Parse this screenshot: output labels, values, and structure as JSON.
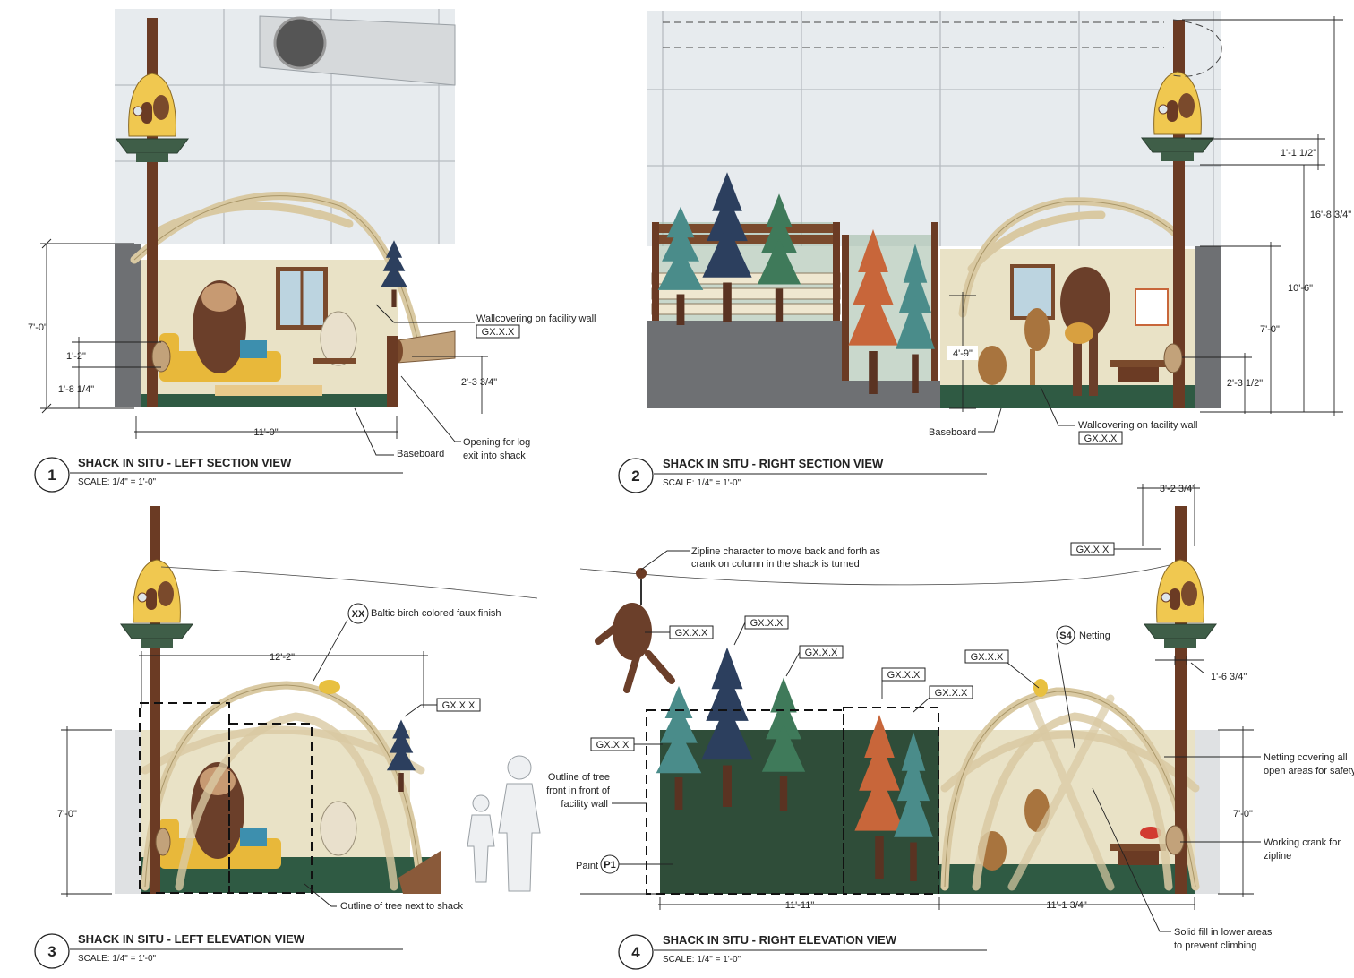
{
  "views": [
    {
      "num": "1",
      "title": "SHACK IN SITU - LEFT SECTION VIEW",
      "scale": "SCALE: 1/4\" = 1'-0\""
    },
    {
      "num": "2",
      "title": "SHACK IN SITU - RIGHT SECTION VIEW",
      "scale": "SCALE: 1/4\" = 1'-0\""
    },
    {
      "num": "3",
      "title": "SHACK IN SITU - LEFT ELEVATION VIEW",
      "scale": "SCALE: 1/4\" = 1'-0\""
    },
    {
      "num": "4",
      "title": "SHACK IN SITU - RIGHT ELEVATION VIEW",
      "scale": "SCALE: 1/4\" = 1'-0\""
    }
  ],
  "tag": "GX.X.X",
  "callouts": {
    "wallcovering": "Wallcovering on facility wall",
    "baseboard": "Baseboard",
    "log_exit_1": "Opening for log",
    "log_exit_2": "exit into shack",
    "zipline_1": "Zipline character to move back and forth as",
    "zipline_2": "crank on column in the shack is turned",
    "birch_tag": "XX",
    "birch": "Baltic birch colored faux finish",
    "netting_tag": "S4",
    "netting": "Netting",
    "netting_all_1": "Netting covering all",
    "netting_all_2": "open areas for safety",
    "crank_1": "Working crank for",
    "crank_2": "zipline",
    "solid_1": "Solid fill in lower areas",
    "solid_2": "to prevent climbing",
    "outline_tree": "Outline of tree next to shack",
    "outline_front_1": "Outline of tree",
    "outline_front_2": "front in front of",
    "outline_front_3": "facility wall",
    "paint": "Paint",
    "paint_tag": "P1"
  },
  "dims": {
    "v1_height": "7'-0\"",
    "v1_a": "1'-2\"",
    "v1_b": "1'-8 1/4\"",
    "v1_c": "2'-3 3/4\"",
    "v1_width": "11'-0\"",
    "v2_a": "1'-1 1/2\"",
    "v2_total": "16'-8 3/4\"",
    "v2_b": "10'-6\"",
    "v2_height": "7'-0\"",
    "v2_c": "4'-9\"",
    "v2_d": "2'-3 1/2\"",
    "v3_width": "12'-2\"",
    "v3_height": "7'-0\"",
    "v4_top": "3'-2 3/4\"",
    "v4_post": "1'-6 3/4\"",
    "v4_height": "7'-0\"",
    "v4_left": "11'-11\"",
    "v4_right": "11'-1 3/4\""
  },
  "colors": {
    "floor": "#2f5a43",
    "wall": "#e9e2c6",
    "tree_teal": "#4a8c8a",
    "tree_navy": "#2c3f5e",
    "tree_green": "#3f7a5a",
    "tree_orange": "#c8663a",
    "post": "#6b3b24",
    "wood": "#d9c9a2",
    "birdhouse": "#f0c850"
  }
}
